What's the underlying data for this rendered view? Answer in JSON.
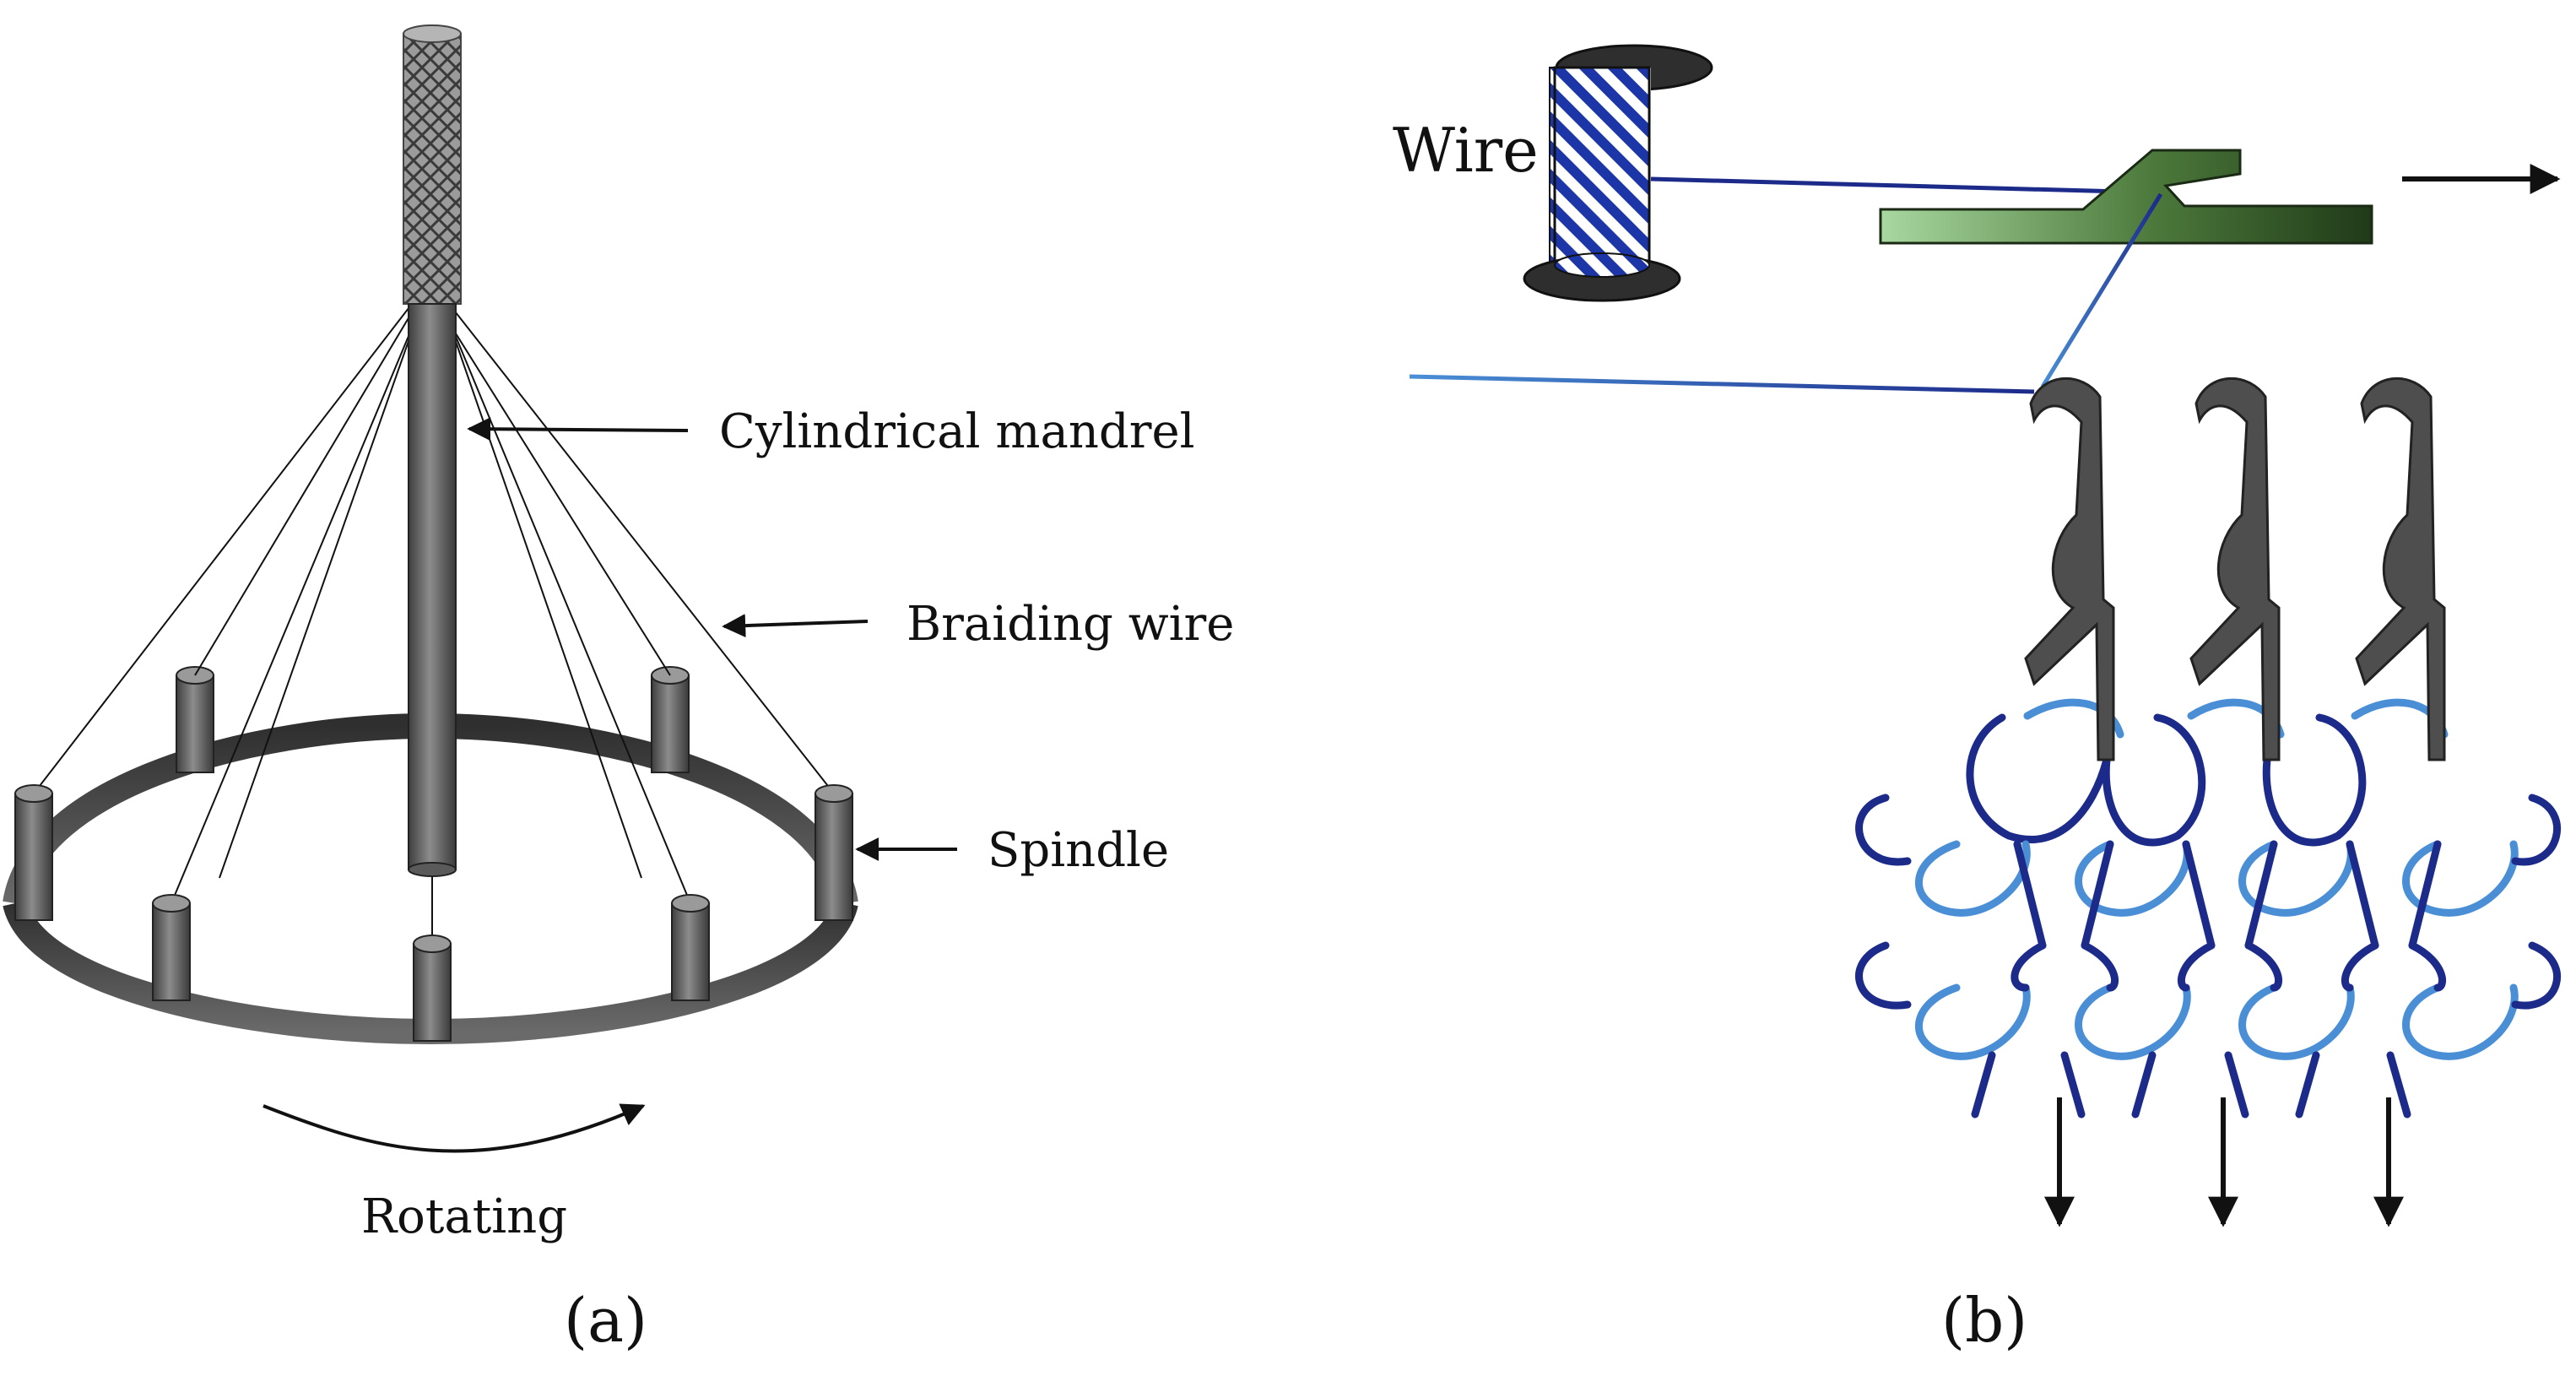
{
  "panel_a": {
    "labels": {
      "mandrel": "Cylindrical mandrel",
      "wire": "Braiding wire",
      "spindle": "Spindle",
      "rotating": "Rotating"
    },
    "caption": "(a)"
  },
  "panel_b": {
    "labels": {
      "wire": "Wire"
    },
    "caption": "(b)"
  },
  "colors": {
    "metal_dark": "#4a4a4a",
    "metal_light": "#8a8a8a",
    "wire_dark_blue": "#1c2a8a",
    "wire_light_blue": "#4a8fd6",
    "guide_light_green": "#9fd09a",
    "guide_dark_green": "#2a4a22",
    "needle_gray": "#4e4e4e"
  },
  "icons": [
    "arrow-right-icon",
    "arrow-down-icon",
    "curved-arrow-icon",
    "spool-icon",
    "needle-icon"
  ]
}
